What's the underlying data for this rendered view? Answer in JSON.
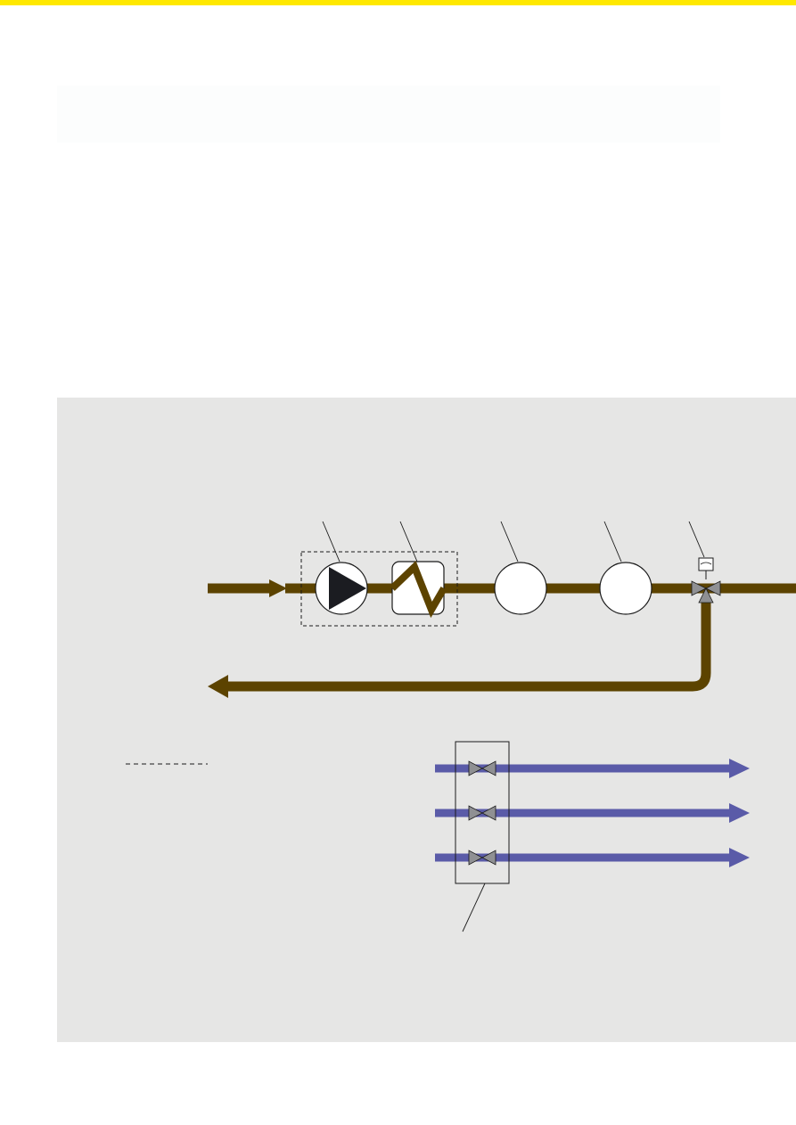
{
  "colors": {
    "top_rule": "#ffe800",
    "header_band": "#fcfdfd",
    "panel_background": "#e6e6e5",
    "return_pipe": "#5c4300",
    "distribution_pipe": "#5a5ba8",
    "pump_fill": "#1b1c21",
    "valve_fill": "#8f9093",
    "leader_line": "#1a1a1a"
  },
  "diagram": {
    "components": [
      {
        "name": "pump",
        "icon": "pump-icon"
      },
      {
        "name": "heat-exchanger",
        "icon": "heat-exchanger-icon"
      },
      {
        "name": "instrument-1",
        "icon": "circle-instrument-icon"
      },
      {
        "name": "instrument-2",
        "icon": "circle-instrument-icon"
      },
      {
        "name": "three-way-valve",
        "icon": "actuated-three-way-valve-icon"
      }
    ],
    "distribution_lines": 3,
    "valve_group_icon": "gate-valve-icon"
  }
}
